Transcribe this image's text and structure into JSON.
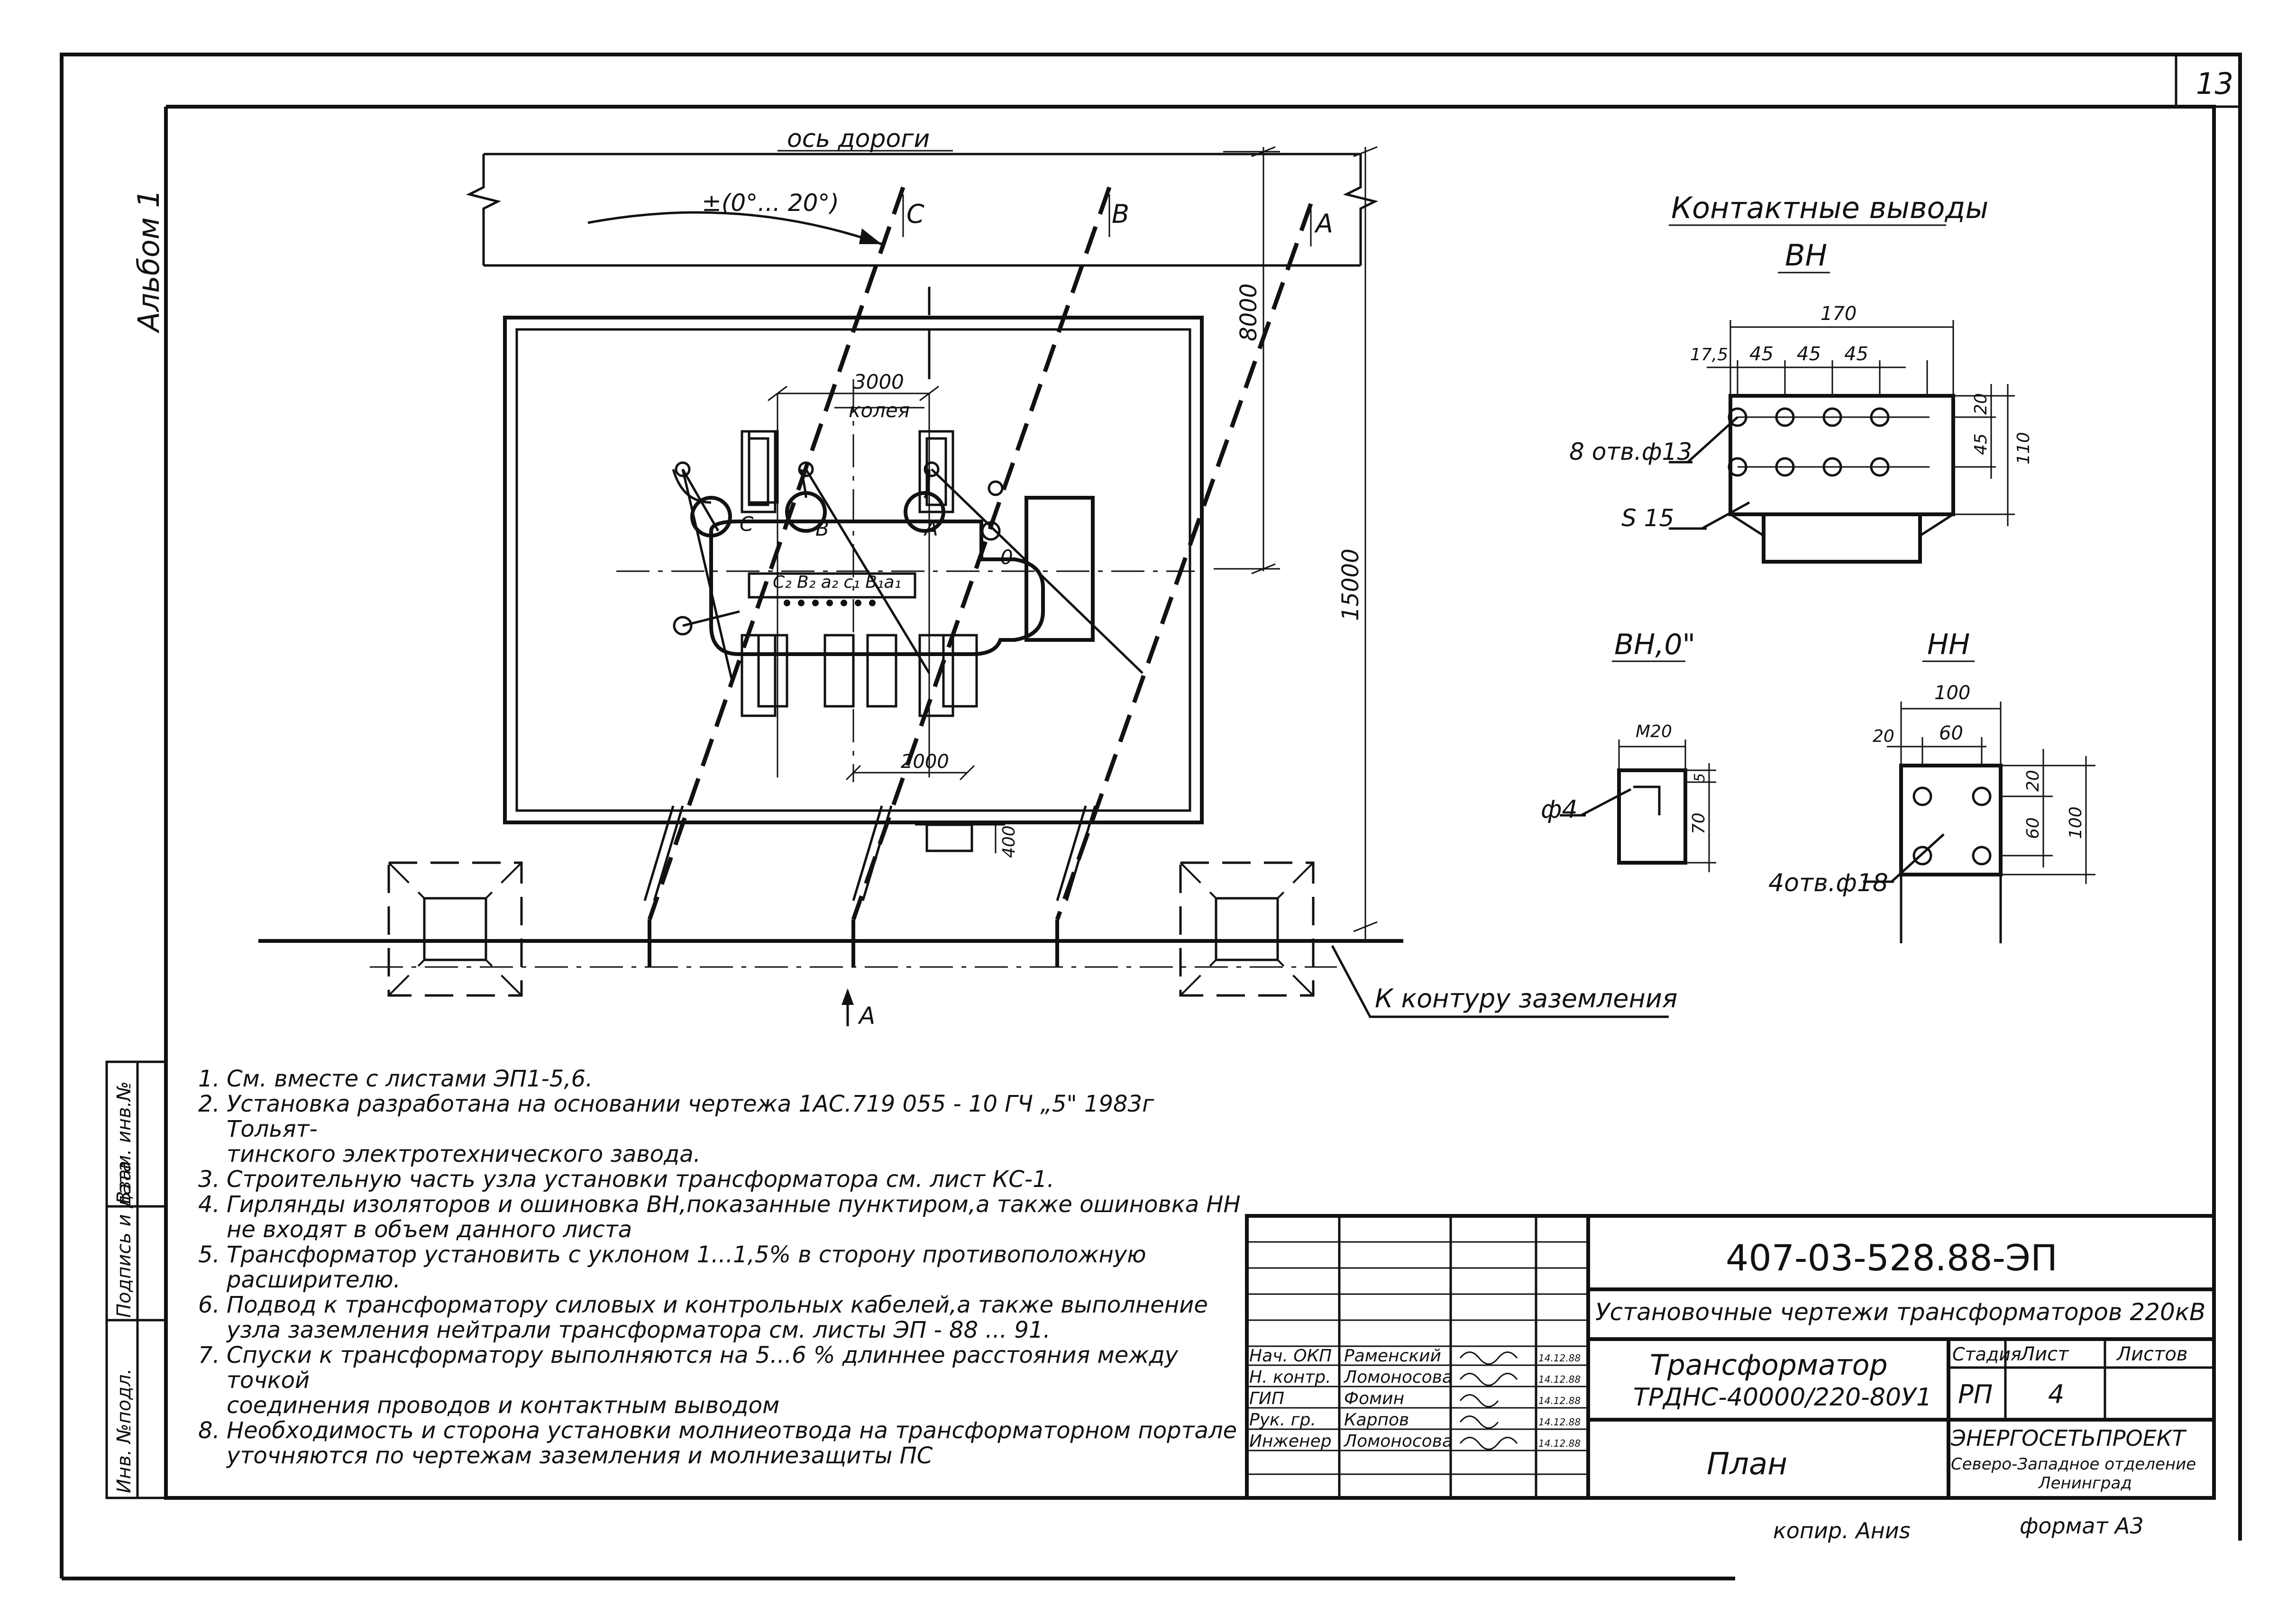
{
  "sheet_number": "13",
  "album_label": "Альбом 1",
  "side_stamps": [
    "Инв. №подл.",
    "Подпись и дата",
    "Взам. инв.№"
  ],
  "plan": {
    "road_axis": "ось  дороги",
    "angle_label": "±(0°... 20°)",
    "phase_c": "C",
    "phase_b": "B",
    "phase_a": "A",
    "dim_8000": "8000",
    "dim_15000": "15000",
    "dim_3000": "3000",
    "kolea": "колея",
    "dim_2000": "2000",
    "dim_400": "400",
    "bushing_c": "C",
    "bushing_b": "B",
    "bushing_a": "A",
    "bushing_0": "0",
    "lv_terminals": "C₂ B₂ a₂ c₁ B₁a₁",
    "section_mark": "A",
    "ground_label": "К контуру  заземления"
  },
  "contacts": {
    "title": "Контактные выводы",
    "vn": {
      "label": "ВН",
      "dim_170": "170",
      "dim_17_5": "17,5",
      "dim_45a": "45",
      "dim_45b": "45",
      "dim_45c": "45",
      "dim_20": "20",
      "dim_45v": "45",
      "dim_110": "110",
      "holes": "8 отв.ф13",
      "thickness": "S 15"
    },
    "vn0": {
      "label": "ВН,0\"",
      "m20": "М20",
      "dim_5": "5",
      "dim_70": "70",
      "phi4": "ф4"
    },
    "nn": {
      "label": "НН",
      "dim_100": "100",
      "dim_20": "20",
      "dim_60": "60",
      "dim_20v": "20",
      "dim_60v": "60",
      "dim_100v": "100",
      "holes": "4отв.ф18"
    }
  },
  "notes": [
    {
      "n": "1.",
      "text": "См. вместе с листами  ЭП1-5,6."
    },
    {
      "n": "2.",
      "text": "Установка разработана на основании чертежа 1АС.719 055 - 10 ГЧ „5\" 1983г Тольят-"
    },
    {
      "n": "",
      "text": "тинского электротехнического завода."
    },
    {
      "n": "3.",
      "text": "Строительную часть узла установки трансформатора см. лист КС-1."
    },
    {
      "n": "4.",
      "text": "Гирлянды изоляторов и ошиновка ВН,показанные пунктиром,а также ошиновка НН"
    },
    {
      "n": "",
      "text": "не входят в объем данного листа"
    },
    {
      "n": "5.",
      "text": "Трансформатор установить с уклоном 1...1,5% в сторону  противоположную"
    },
    {
      "n": "",
      "text": "расширителю."
    },
    {
      "n": "6.",
      "text": "Подвод  к трансформатору силовых и контрольных кабелей,а также  выполнение"
    },
    {
      "n": "",
      "text": "узла заземления нейтрали трансформатора см. листы  ЭП - 88 ... 91."
    },
    {
      "n": "7.",
      "text": "Спуски к трансформатору выполняются на 5...6 % длиннее расстояния между точкой"
    },
    {
      "n": "",
      "text": "соединения проводов и контактным выводом"
    },
    {
      "n": "8.",
      "text": "Необходимость и сторона установки молниеотвода на трансформаторном портале"
    },
    {
      "n": "",
      "text": "уточняются  по чертежам заземления и молниезащиты ПС"
    }
  ],
  "title_block": {
    "doc_code": "407-03-528.88-ЭП",
    "project": "Установочные чертежи трансформаторов 220кВ",
    "object_line1": "Трансформатор",
    "object_line2": "ТРДНС-40000/220-80У1",
    "sheet_title": "План",
    "stage_header": "Стадия",
    "sheet_header": "Лист",
    "sheets_header": "Листов",
    "stage": "РП",
    "sheet": "4",
    "org1": "ЭНЕРГОСЕТЬПРОЕКТ",
    "org2": "Северо-Западное отделение",
    "org3": "Ленинград",
    "signatures": [
      {
        "role": "Нач. ОКП",
        "name": "Раменский",
        "date": "14.12.88"
      },
      {
        "role": "Н. контр.",
        "name": "Ломоносова",
        "date": "14.12.88"
      },
      {
        "role": "ГИП",
        "name": "Фомин",
        "date": "14.12.88"
      },
      {
        "role": "Рук. гр.",
        "name": "Карпов",
        "date": "14.12.88"
      },
      {
        "role": "Инженер",
        "name": "Ломоносова",
        "date": "14.12.88"
      }
    ]
  },
  "footer": {
    "copied": "копир.  Аниs",
    "format": "формат А3"
  }
}
